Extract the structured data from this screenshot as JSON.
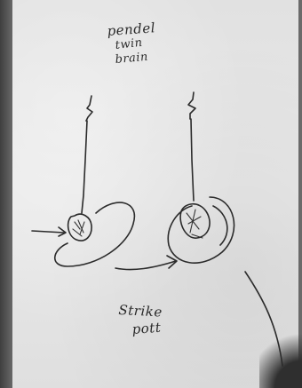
{
  "sketch": {
    "label_lines": [
      "pendel",
      "twin",
      "brain"
    ],
    "bottom_label_lines": [
      "Strike",
      "pott"
    ]
  }
}
